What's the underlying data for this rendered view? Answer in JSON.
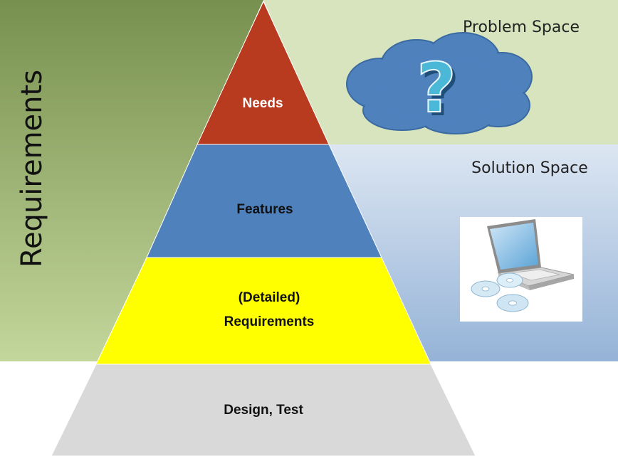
{
  "side_label": "Requirements",
  "problem_space": {
    "label": "Problem Space",
    "icon": "question-cloud-icon",
    "symbol": "?"
  },
  "solution_space": {
    "label": "Solution Space",
    "icon": "laptop-icon"
  },
  "pyramid": [
    {
      "id": "needs",
      "lines": [
        "Needs"
      ],
      "fill": "#b83a1f",
      "text_color": "#ffffff"
    },
    {
      "id": "features",
      "lines": [
        "Features"
      ],
      "fill": "#4f81bd",
      "text_color": "#111111"
    },
    {
      "id": "detailed-requirements",
      "lines": [
        "(Detailed)",
        "Requirements"
      ],
      "fill": "#ffff00",
      "text_color": "#111111"
    },
    {
      "id": "design-test",
      "lines": [
        "Design, Test"
      ],
      "fill": "#d9d9d9",
      "text_color": "#111111"
    }
  ],
  "colors": {
    "requirements_band_top": "#77904f",
    "requirements_band_bottom": "#c3d69b",
    "problem_space_bg": "#d7e4bd",
    "solution_space_top": "#dce6f2",
    "solution_space_bottom": "#95b3d7",
    "cloud": "#4f81bd",
    "question_mark": "#4bb8d8"
  }
}
